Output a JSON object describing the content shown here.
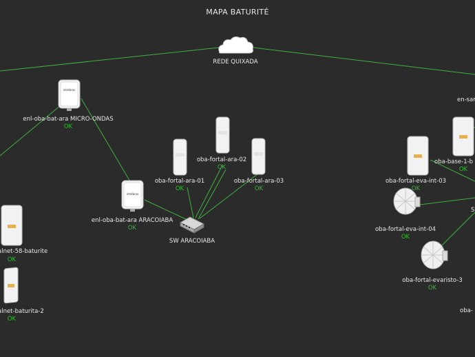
{
  "map": {
    "title": "MAPA BATURITÉ"
  },
  "colors": {
    "background": "#2b2b2b",
    "link": "#3fb23f",
    "ok": "#2fbf2f",
    "text": "#e8e8e8"
  },
  "nodes": [
    {
      "id": "cloud",
      "icon": "cloud-icon",
      "label": "REDE QUIXADA",
      "status": ""
    },
    {
      "id": "bat-micro",
      "icon": "outdoor-radio-icon",
      "label": "enl-oba-bat-ara MICRO-ONDAS",
      "status": "OK"
    },
    {
      "id": "bat-aracoiaba",
      "icon": "outdoor-radio-icon",
      "label": "enl-oba-bat-ara ARACOIABA",
      "status": "OK"
    },
    {
      "id": "sw-aracoiaba",
      "icon": "switch-icon",
      "label": "SW ARACOIABA",
      "status": ""
    },
    {
      "id": "ara-01",
      "icon": "sector-antenna-icon",
      "label": "oba-fortal-ara-01",
      "status": "OK"
    },
    {
      "id": "ara-02",
      "icon": "sector-antenna-icon",
      "label": "oba-fortal-ara-02",
      "status": "OK"
    },
    {
      "id": "ara-03",
      "icon": "sector-antenna-icon",
      "label": "oba-fortal-ara-03",
      "status": "OK"
    },
    {
      "id": "alnet-58",
      "icon": "sector-antenna-icon",
      "label": "alnet-58-baturite",
      "status": "OK"
    },
    {
      "id": "alnet-2",
      "icon": "sector-antenna-icon",
      "label": "alnet-baturita-2",
      "status": "OK"
    },
    {
      "id": "eva-int-03",
      "icon": "sector-antenna-icon",
      "label": "oba-fortal-eva-int-03",
      "status": "OK"
    },
    {
      "id": "base-1",
      "icon": "sector-antenna-icon",
      "label": "oba-base-1-b",
      "status": "OK"
    },
    {
      "id": "eva-int-04",
      "icon": "dish-antenna-icon",
      "label": "oba-fortal-eva-int-04",
      "status": "OK"
    },
    {
      "id": "evaristo-3",
      "icon": "dish-antenna-icon",
      "label": "oba-fortal-evaristo-3",
      "status": "OK"
    },
    {
      "id": "en-san",
      "icon": "",
      "label": "en-san",
      "status": ""
    },
    {
      "id": "sw-right",
      "icon": "",
      "label": "S",
      "status": ""
    },
    {
      "id": "oba-right",
      "icon": "",
      "label": "oba-",
      "status": ""
    }
  ]
}
